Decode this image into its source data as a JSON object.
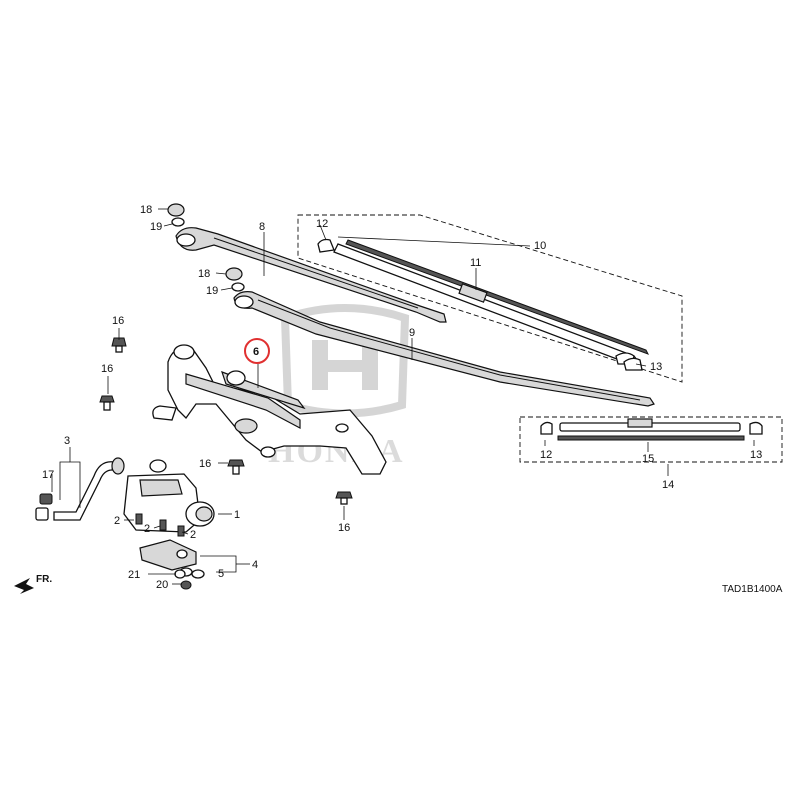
{
  "diagram_code": "TAD1B1400A",
  "direction_label": "FR.",
  "watermark_text": "HONDA",
  "highlight_color": "#e03030",
  "highlighted_part": "6",
  "callouts": {
    "c1": "1",
    "c2a": "2",
    "c2b": "2",
    "c2c": "2",
    "c3": "3",
    "c4": "4",
    "c5": "5",
    "c6": "6",
    "c8": "8",
    "c9": "9",
    "c10": "10",
    "c11": "11",
    "c12a": "12",
    "c12b": "12",
    "c13a": "13",
    "c13b": "13",
    "c14": "14",
    "c15": "15",
    "c16a": "16",
    "c16b": "16",
    "c16c": "16",
    "c16d": "16",
    "c17": "17",
    "c18a": "18",
    "c18b": "18",
    "c19a": "19",
    "c19b": "19",
    "c20": "20",
    "c21": "21"
  }
}
